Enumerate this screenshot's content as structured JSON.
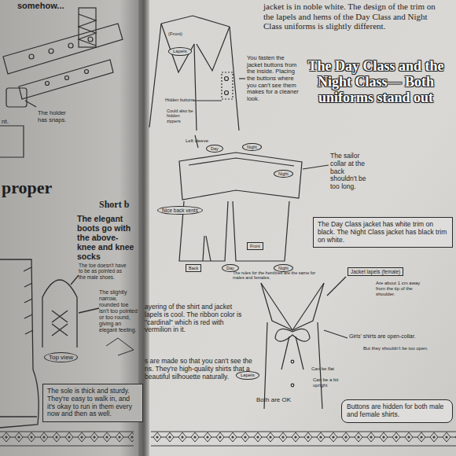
{
  "diagram": {
    "nodes": [
      {
        "text": [
          "Top view"
        ]
      },
      {
        "text": [
          "The sole is thick and sturdy. They're easy to walk in, and it's okay to run in them every now and then as well."
        ]
      },
      {
        "text": [
          "Lapels"
        ]
      },
      {
        "text": [
          "Day"
        ]
      },
      {
        "text": [
          "Night"
        ]
      },
      {
        "text": [
          "Nice back vents"
        ]
      },
      {
        "text": [
          "Night"
        ]
      },
      {
        "text": [
          "Day"
        ]
      },
      {
        "text": [
          "Front"
        ]
      },
      {
        "text": [
          "Night"
        ]
      },
      {
        "text": [
          "Back"
        ]
      },
      {
        "text": [
          "The Day Class jacket has white trim on black. The Night Class jacket has black trim on white."
        ]
      },
      {
        "text": [
          "Jacket lapels (female)"
        ]
      },
      {
        "text": [
          "Lapels"
        ]
      },
      {
        "text": [
          "Buttons are hidden for both male and female shirts."
        ]
      }
    ],
    "labels": [
      "somehow...",
      "The holder has snaps.",
      "nt.",
      "proper",
      "Short b",
      "The elegant boots go with the above-knee and knee socks",
      "The toe doesn't have to be as pointed as the male shoes.",
      "The slightly narrow, rounded toe isn't too pointed or too round, giving an elegant feeling.",
      "ayering of the shirt and jacket lapels is cool. The ribbon color is \"cardinal\" which is red with vermilion in it.",
      "s are made so that you can't see the ns. They're high-quality shirts that a beautiful silhouette naturally.",
      "jacket is in noble white. The design of the trim on the lapels and hems of the Day Class and Night Class uniforms is slightly different.",
      "(Front)",
      "Hidden buttons",
      "Could also be hidden zippers",
      "You fasten the jacket buttons from the inside. Placing the buttons where you can't see them makes for a cleaner look.",
      "The Day Class and the Night Class— Both uniforms stand out",
      "Left sleeve",
      "The sailor collar at the back shouldn't be too long.",
      "The rules for the hemlines are the same for males and females.",
      "Are about 1 cm away from the tip of the shoulder.",
      "Girls' shirts are open-collar.",
      "But they shouldn't be too open.",
      "Can be flat",
      "Can be a bit upright",
      "Both are OK"
    ]
  }
}
